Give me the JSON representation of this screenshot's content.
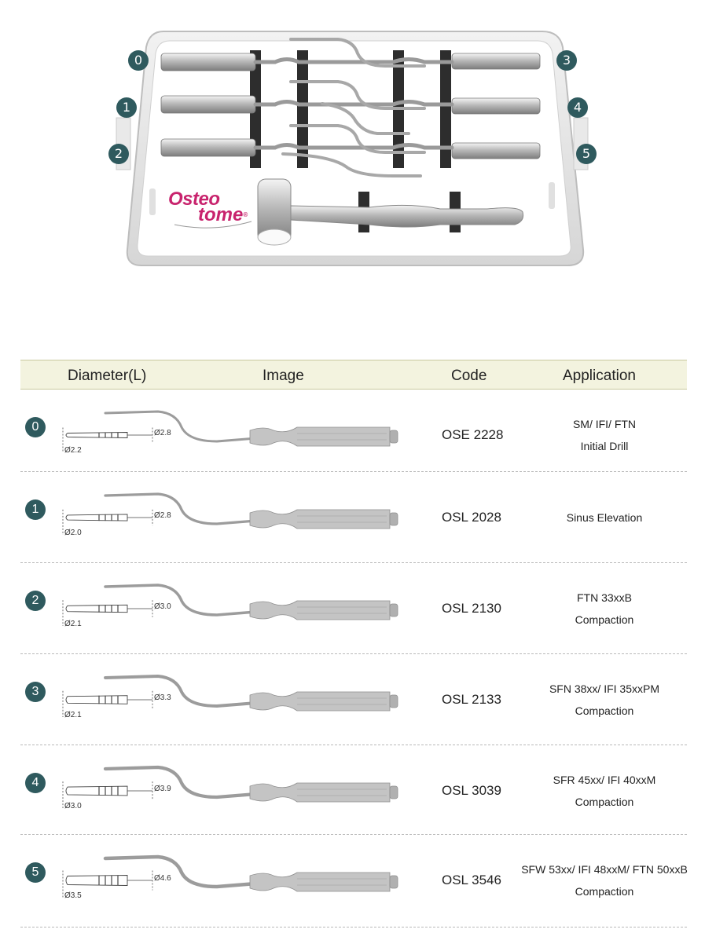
{
  "kit": {
    "logo": {
      "line1": "Osteo",
      "line2": "tome",
      "reg": "®"
    },
    "badges": [
      "0",
      "1",
      "2",
      "3",
      "4",
      "5"
    ]
  },
  "table": {
    "headers": {
      "diameter": "Diameter(L)",
      "image": "Image",
      "code": "Code",
      "application": "Application"
    },
    "rows": [
      {
        "num": "0",
        "tip_dia": "Ø2.2",
        "body_dia": "Ø2.8",
        "code": "OSE 2228",
        "app1": "SM/ IFI/ FTN",
        "app2": "Initial Drill"
      },
      {
        "num": "1",
        "tip_dia": "Ø2.0",
        "body_dia": "Ø2.8",
        "code": "OSL 2028",
        "app1": "Sinus Elevation",
        "app2": ""
      },
      {
        "num": "2",
        "tip_dia": "Ø2.1",
        "body_dia": "Ø3.0",
        "code": "OSL 2130",
        "app1": "FTN 33xxB",
        "app2": "Compaction"
      },
      {
        "num": "3",
        "tip_dia": "Ø2.1",
        "body_dia": "Ø3.3",
        "code": "OSL 2133",
        "app1": "SFN 38xx/ IFI 35xxPM",
        "app2": "Compaction"
      },
      {
        "num": "4",
        "tip_dia": "Ø3.0",
        "body_dia": "Ø3.9",
        "code": "OSL 3039",
        "app1": "SFR 45xx/ IFI 40xxM",
        "app2": "Compaction"
      },
      {
        "num": "5",
        "tip_dia": "Ø3.5",
        "body_dia": "Ø4.6",
        "code": "OSL 3546",
        "app1": "SFW 53xx/ IFI 48xxM/ FTN 50xxB",
        "app2": "Compaction"
      }
    ]
  }
}
